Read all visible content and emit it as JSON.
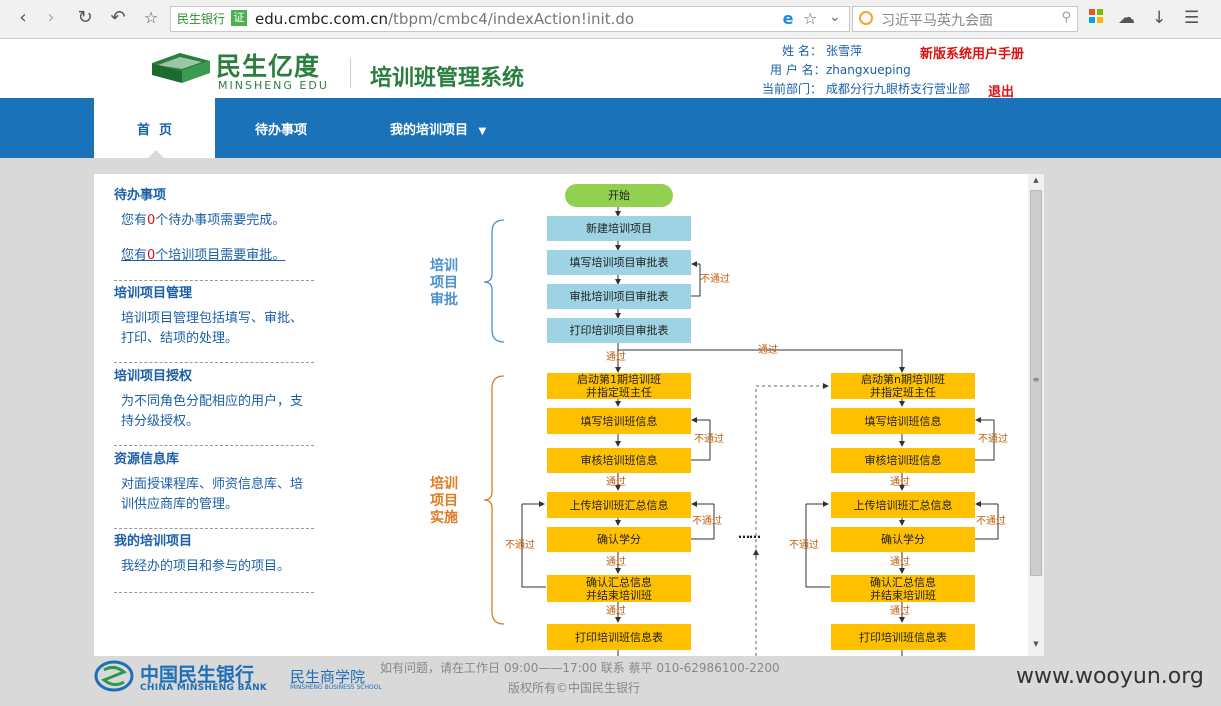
{
  "browser": {
    "url_site_tag": "民生银行",
    "cert_badge": "证",
    "url_host": "edu.cmbc.com.cn",
    "url_path": "/tbpm/cmbc4/indexAction!init.do",
    "search_text": "习近平马英九会面"
  },
  "header": {
    "logo_cn": "民生亿度",
    "logo_en": "MINSHENG EDU",
    "system_title": "培训班管理系统",
    "name_label": "姓 名：",
    "name_value": "张雪萍",
    "username_label": "用 户 名：",
    "username_value": "zhangxueping",
    "dept_label": "当前部门：",
    "dept_value": "成都分行九眼桥支行营业部",
    "manual_link": "新版系统用户手册",
    "logout_link": "退出"
  },
  "nav": {
    "home": "首  页",
    "todo": "待办事项",
    "projects": "我的培训项目"
  },
  "sidebar": {
    "todo_title": "待办事项",
    "todo_line1_pre": "您有",
    "todo_line1_num": "0",
    "todo_line1_post": "个待办事项需要完成。",
    "todo_line2_pre": "您有",
    "todo_line2_num": "0",
    "todo_line2_post": "个培训项目需要审批。",
    "mgmt_title": "培训项目管理",
    "mgmt_text": "培训项目管理包括填写、审批、打印、结项的处理。",
    "auth_title": "培训项目授权",
    "auth_text": "为不同角色分配相应的用户，支持分级授权。",
    "res_title": "资源信息库",
    "res_text": "对面授课程库、师资信息库、培训供应商库的管理。",
    "mine_title": "我的培训项目",
    "mine_text": "我经办的项目和参与的项目。"
  },
  "flow": {
    "start": "开始",
    "group_approval": "培训\n项目\n审批",
    "group_impl": "培训\n项目\n实施",
    "approval_steps": [
      "新建培训项目",
      "填写培训项目审批表",
      "审批培训项目审批表",
      "打印培训项目审批表"
    ],
    "class1_steps": [
      "启动第1期培训班\n并指定班主任",
      "填写培训班信息",
      "审核培训班信息",
      "上传培训班汇总信息",
      "确认学分",
      "确认汇总信息\n并结束培训班",
      "打印培训班信息表"
    ],
    "classn_steps": [
      "启动第n期培训班\n并指定班主任",
      "填写培训班信息",
      "审核培训班信息",
      "上传培训班汇总信息",
      "确认学分",
      "确认汇总信息\n并结束培训班",
      "打印培训班信息表"
    ],
    "pass": "通过",
    "fail": "不通过",
    "ellipsis": "……"
  },
  "footer": {
    "bank_cn": "中国民生银行",
    "bank_en": "CHINA MINSHENG BANK",
    "school_cn": "民生商学院",
    "school_en": "MINSHENG BUSINESS SCHOOL",
    "contact": "如有问题，请在工作日 09:00——17:00 联系 蔡平 010-62986100-2200",
    "copyright": "版权所有©中国民生银行",
    "watermark": "www.wooyun.org"
  },
  "colors": {
    "nav_bg": "#1a73b9",
    "brand_green": "#2a7f3f",
    "link_blue": "#1a5fa8",
    "alert_red": "#e01010",
    "flow_blue": "#9dd3e2",
    "flow_yellow": "#ffc000",
    "flow_start": "#92d050"
  }
}
